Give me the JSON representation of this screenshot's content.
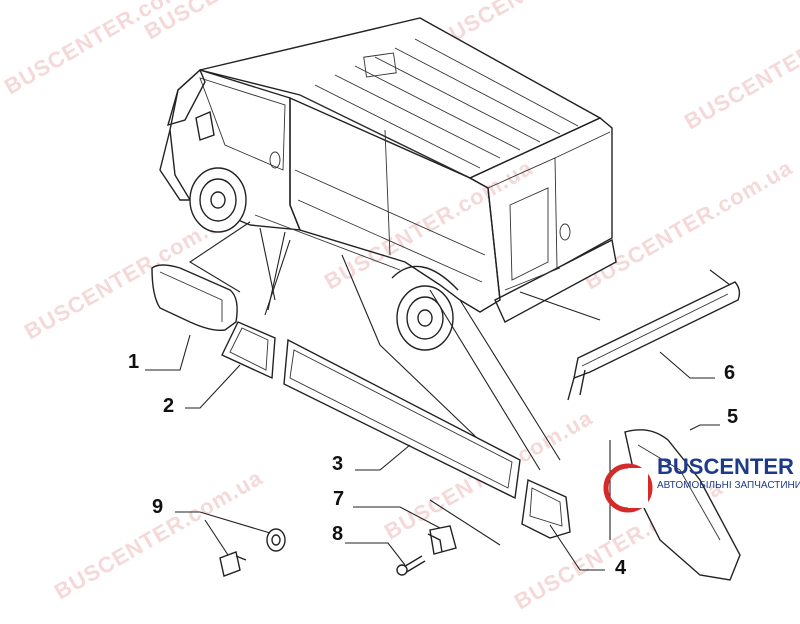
{
  "watermark": {
    "brand": "BUSCENTER",
    "domain": ".com.ua",
    "color": "#c82828"
  },
  "logo": {
    "name": "BUSCENTER",
    "tagline": "АВТОМОБІЛЬНІ ЗАПЧАСТИНИ",
    "colors": {
      "ring": "#d42a2a",
      "text": "#1d3a8a"
    }
  },
  "callouts": [
    {
      "id": "1",
      "label": "1"
    },
    {
      "id": "2",
      "label": "2"
    },
    {
      "id": "3",
      "label": "3"
    },
    {
      "id": "4",
      "label": "4"
    },
    {
      "id": "5",
      "label": "5"
    },
    {
      "id": "6",
      "label": "6"
    },
    {
      "id": "7",
      "label": "7"
    },
    {
      "id": "8",
      "label": "8"
    },
    {
      "id": "9",
      "label": "9"
    }
  ]
}
